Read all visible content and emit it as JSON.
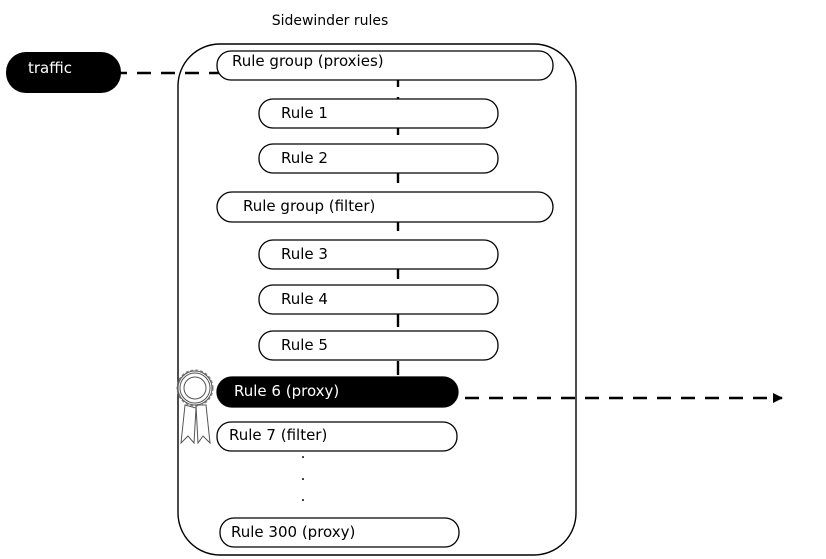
{
  "title": "Sidewinder rules",
  "source": {
    "label": "traffic"
  },
  "container": {
    "rules": [
      {
        "id": "group-proxies",
        "label": "Rule group (proxies)",
        "kind": "group"
      },
      {
        "id": "rule-1",
        "label": "Rule 1",
        "kind": "rule"
      },
      {
        "id": "rule-2",
        "label": "Rule 2",
        "kind": "rule"
      },
      {
        "id": "group-filter",
        "label": "Rule group (filter)",
        "kind": "group"
      },
      {
        "id": "rule-3",
        "label": "Rule 3",
        "kind": "rule"
      },
      {
        "id": "rule-4",
        "label": "Rule 4",
        "kind": "rule"
      },
      {
        "id": "rule-5",
        "label": "Rule 5",
        "kind": "rule"
      },
      {
        "id": "rule-6",
        "label": "Rule 6 (proxy)",
        "kind": "matched"
      },
      {
        "id": "rule-7",
        "label": "Rule 7 (filter)",
        "kind": "rule"
      },
      {
        "id": "rule-300",
        "label": "Rule 300 (proxy)",
        "kind": "rule"
      }
    ]
  },
  "ellipsis": ".",
  "icons": {
    "match": "award-ribbon-icon"
  },
  "colors": {
    "matched_fill": "#000000",
    "matched_text": "#ffffff"
  }
}
